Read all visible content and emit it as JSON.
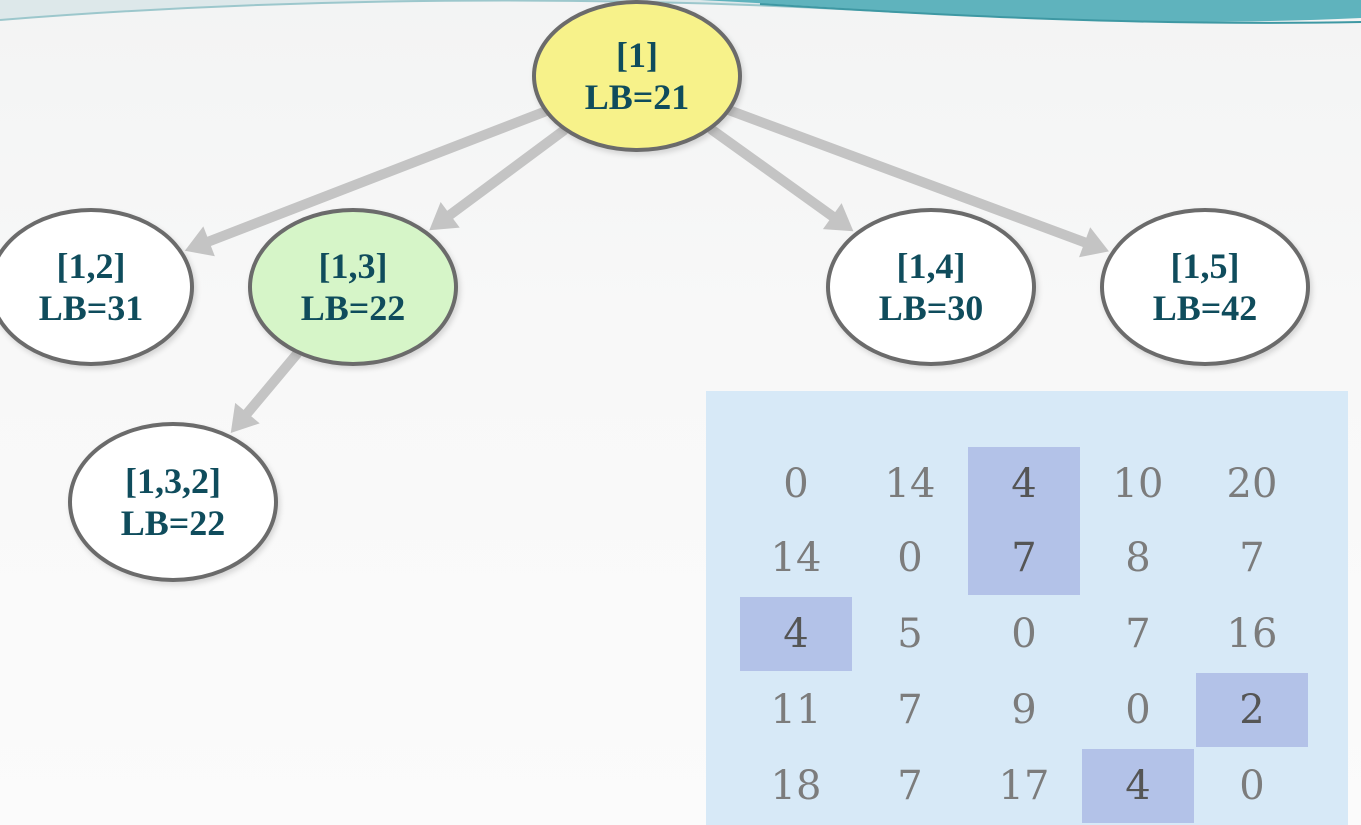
{
  "tree": {
    "nodes": [
      {
        "id": "n1",
        "path": "[1]",
        "lb": "LB=21",
        "state": "root"
      },
      {
        "id": "n12",
        "path": "[1,2]",
        "lb": "LB=31",
        "state": "plain"
      },
      {
        "id": "n13",
        "path": "[1,3]",
        "lb": "LB=22",
        "state": "chosen"
      },
      {
        "id": "n14",
        "path": "[1,4]",
        "lb": "LB=30",
        "state": "plain"
      },
      {
        "id": "n15",
        "path": "[1,5]",
        "lb": "LB=42",
        "state": "plain"
      },
      {
        "id": "n132",
        "path": "[1,3,2]",
        "lb": "LB=22",
        "state": "plain"
      }
    ],
    "edges": [
      {
        "from": "n1",
        "to": "n12"
      },
      {
        "from": "n1",
        "to": "n13"
      },
      {
        "from": "n1",
        "to": "n14"
      },
      {
        "from": "n1",
        "to": "n15"
      },
      {
        "from": "n13",
        "to": "n132"
      }
    ]
  },
  "matrix": {
    "rows": [
      [
        "0",
        "14",
        "4",
        "10",
        "20"
      ],
      [
        "14",
        "0",
        "7",
        "8",
        "7"
      ],
      [
        "4",
        "5",
        "0",
        "7",
        "16"
      ],
      [
        "11",
        "7",
        "9",
        "0",
        "2"
      ],
      [
        "18",
        "7",
        "17",
        "4",
        "0"
      ]
    ],
    "highlighted": [
      [
        0,
        2
      ],
      [
        1,
        2
      ],
      [
        2,
        0
      ],
      [
        3,
        4
      ],
      [
        4,
        3
      ]
    ]
  },
  "colors": {
    "node_text": "#0f4c5c",
    "root_fill": "#f7f28a",
    "chosen_fill": "#d6f5c8",
    "plain_fill": "#ffffff",
    "edge": "#c4c4c4",
    "matrix_bg": "#d7e9f7",
    "matrix_highlight": "#b3c2e8"
  }
}
